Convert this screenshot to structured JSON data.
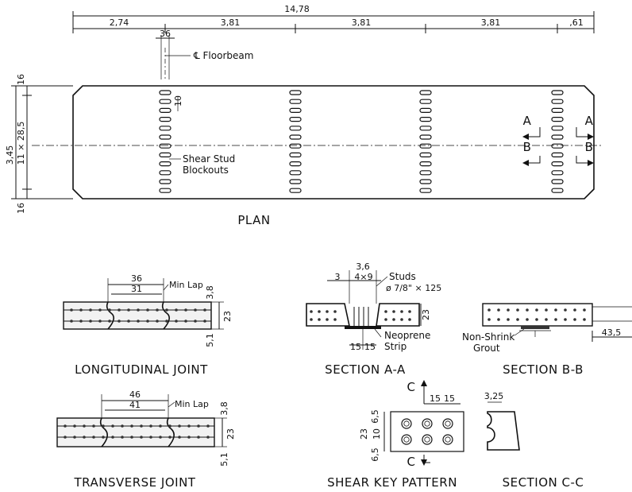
{
  "plan": {
    "overall_dim": "14,78",
    "span_dims": [
      "2,74",
      "3,81",
      "3,81",
      "3,81",
      ",61"
    ],
    "floorbeam_width": "36",
    "floorbeam_label": "℄ Floorbeam",
    "blockout_dim": "10",
    "height_dim": "3,45",
    "inner_dim": "11 × 28,5",
    "edge_top": "16",
    "edge_bottom": "16",
    "stud_label_line1": "Shear Stud",
    "stud_label_line2": "Blockouts",
    "section_a": "A",
    "section_b": "B",
    "title": "PLAN"
  },
  "longitudinal": {
    "dim_outer": "36",
    "dim_inner": "31",
    "lap_label": "Min Lap",
    "dim_top": "3,8",
    "dim_depth": "23",
    "dim_bottom": "5,1",
    "title": "LONGITUDINAL JOINT"
  },
  "section_aa": {
    "dim_top": "3,6",
    "dim_left": "3",
    "dim_studs": "4×9",
    "studs_label": "Studs",
    "studs_spec": "ø 7/8\" × 125",
    "dim_depth": "23",
    "neoprene_line1": "Neoprene",
    "neoprene_line2": "Strip",
    "dim_b1": "15",
    "dim_b2": "15",
    "title": "SECTION A-A"
  },
  "section_bb": {
    "grout_line1": "Non-Shrink",
    "grout_line2": "Grout",
    "dim_right": "43,5",
    "title": "SECTION B-B"
  },
  "transverse": {
    "dim_outer": "46",
    "dim_inner": "41",
    "lap_label": "Min Lap",
    "dim_top": "3,8",
    "dim_depth": "23",
    "dim_bottom": "5,1",
    "title": "TRANSVERSE JOINT"
  },
  "shear_key": {
    "section_c": "C",
    "dim_a": "15",
    "dim_b": "15",
    "dim_top": "6,5",
    "dim_left": "23",
    "dim_mid": "10",
    "dim_bottom": "6,5",
    "title": "SHEAR KEY PATTERN"
  },
  "section_cc": {
    "dim_top": "3,25",
    "title": "SECTION C-C"
  }
}
